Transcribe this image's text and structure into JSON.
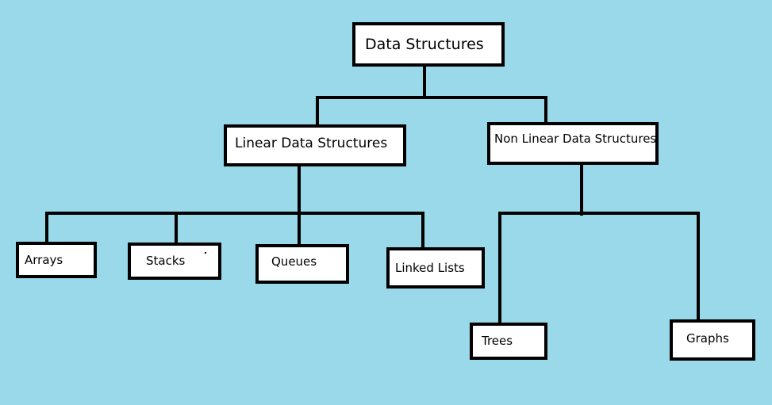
{
  "diagram": {
    "type": "hierarchy",
    "root": {
      "label": "Data Structures"
    },
    "branches": {
      "linear": {
        "label": "Linear Data Structures",
        "children": {
          "arrays": "Arrays",
          "stacks": "Stacks",
          "queues": "Queues",
          "linked_lists": "Linked Lists"
        }
      },
      "nonlinear": {
        "label": "Non Linear Data Structures",
        "children": {
          "trees": "Trees",
          "graphs": "Graphs"
        }
      }
    }
  },
  "colors": {
    "background": "#99d9ea",
    "box": "#ffffff",
    "line": "#000000"
  }
}
